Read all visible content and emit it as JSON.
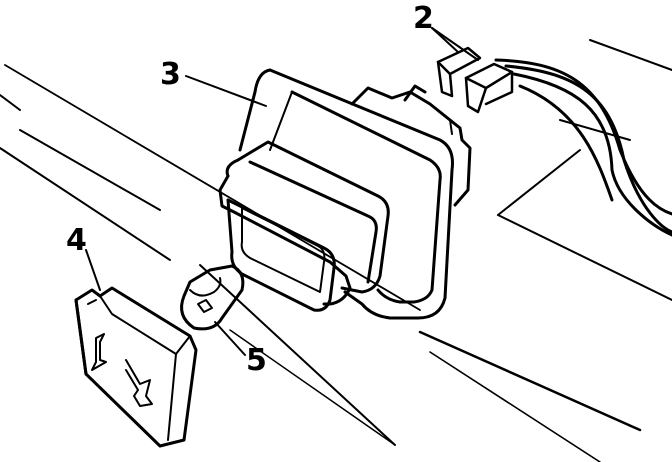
{
  "diagram": {
    "callouts": [
      {
        "id": "2",
        "label": "2"
      },
      {
        "id": "3",
        "label": "3"
      },
      {
        "id": "4",
        "label": "4"
      },
      {
        "id": "5",
        "label": "5"
      }
    ],
    "parts": [
      {
        "callout": "2",
        "icon": "wiring-connector-icon"
      },
      {
        "callout": "3",
        "icon": "lamp-housing-icon"
      },
      {
        "callout": "4",
        "icon": "lens-cover-icon"
      },
      {
        "callout": "5",
        "icon": "bulb-icon"
      }
    ]
  }
}
